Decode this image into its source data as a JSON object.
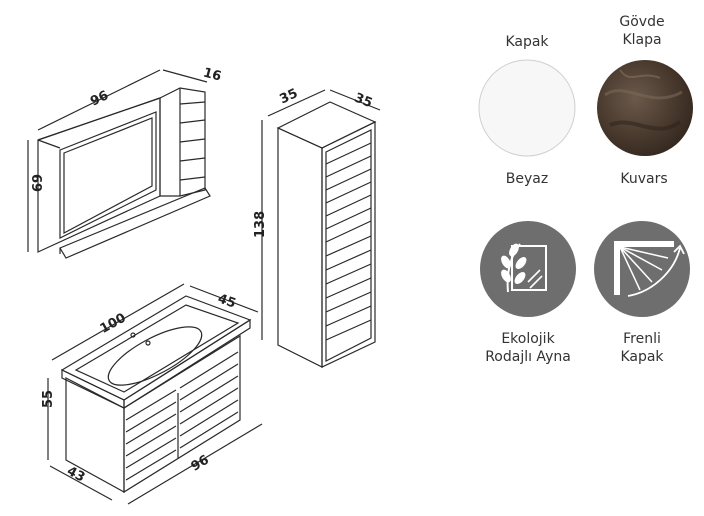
{
  "dimensions": {
    "mirror_width": "96",
    "mirror_depth": "16",
    "mirror_height": "69",
    "tall_width": "35",
    "tall_depth": "35",
    "tall_height": "138",
    "basin_width": "100",
    "basin_depth": "45",
    "cabinet_height": "55",
    "cabinet_depth": "43",
    "cabinet_width": "96"
  },
  "labels": {
    "kapak": "Kapak",
    "govde_line1": "Gövde",
    "govde_line2": "Klapa",
    "beyaz": "Beyaz",
    "kuvars": "Kuvars",
    "ekolojik_line1": "Ekolojik",
    "ekolojik_line2": "Rodajlı Ayna",
    "frenli_line1": "Frenli",
    "frenli_line2": "Kapak"
  },
  "colors": {
    "white_swatch": "#f7f7f7",
    "quartz_swatch": "#4f3f33",
    "feature_icon_bg": "#6e6e6e",
    "line": "#2a2a2a"
  },
  "icons": {
    "mirror_feature": "leaf-mirror-icon",
    "soft_close_feature": "soft-close-door-icon"
  }
}
